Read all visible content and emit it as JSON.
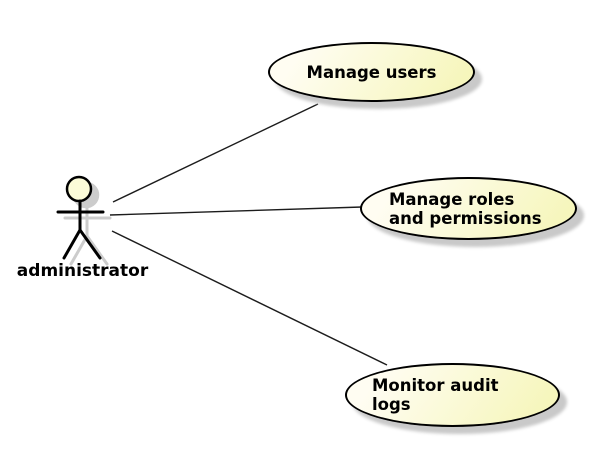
{
  "diagram": {
    "kind": "use-case-diagram",
    "actor": {
      "label": "administrator"
    },
    "use_cases": [
      {
        "id": "manage-users",
        "label": "Manage users"
      },
      {
        "id": "manage-roles-permissions",
        "label": "Manage roles\nand permissions"
      },
      {
        "id": "monitor-audit-logs",
        "label": "Monitor audit\nlogs"
      }
    ],
    "colors": {
      "node_fill_light": "#fffdf2",
      "node_fill_dark": "#f6f6bc",
      "node_stroke": "#000000",
      "shadow": "#c9c9c9",
      "connector": "#1c1c1c",
      "actor_head_fill": "#fbfbd8",
      "actor_shadow": "#cccccc",
      "background": "#ffffff",
      "text": "#000000"
    }
  }
}
